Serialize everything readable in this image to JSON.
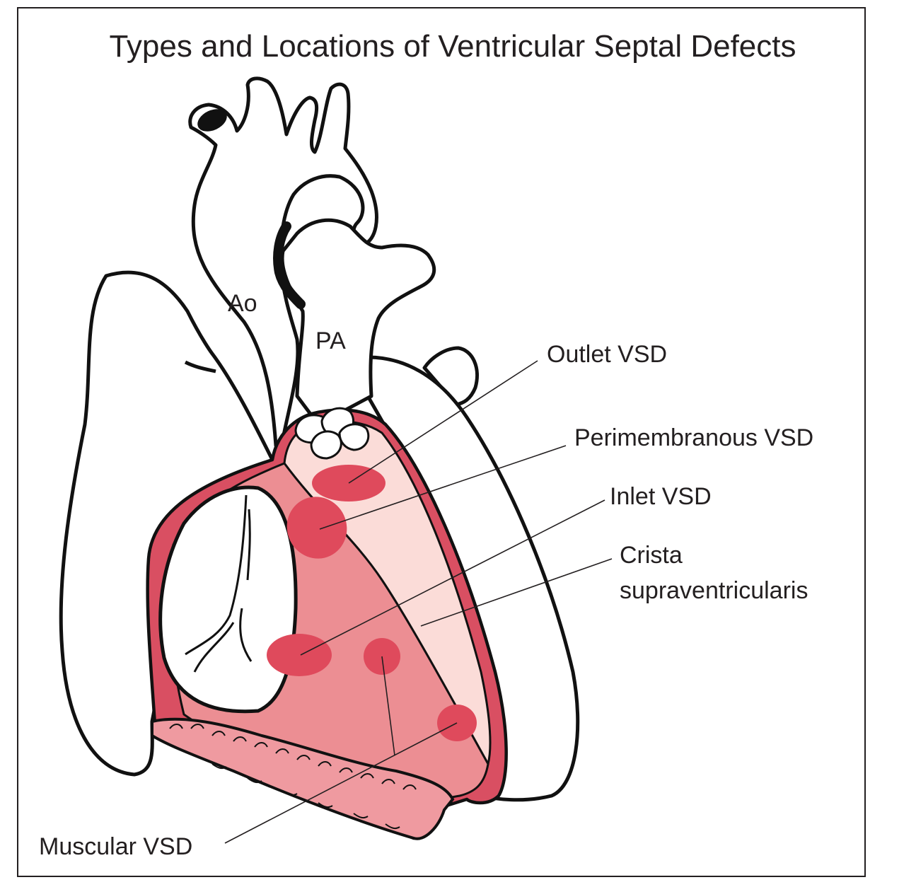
{
  "title": "Types and Locations of Ventricular Septal Defects",
  "labels": {
    "ao": "Ao",
    "pa": "PA",
    "outlet": "Outlet VSD",
    "perimembranous": "Perimembranous VSD",
    "inlet": "Inlet VSD",
    "crista_line1": "Crista",
    "crista_line2": "supraventricularis",
    "muscular": "Muscular VSD"
  },
  "colors": {
    "outline": "#111111",
    "wall": "#d94f62",
    "septum_light": "#fbdcd8",
    "septum": "#ec8e93",
    "defect": "#df4a5c",
    "trabecular": "#ef9aa0",
    "text": "#231f20"
  }
}
